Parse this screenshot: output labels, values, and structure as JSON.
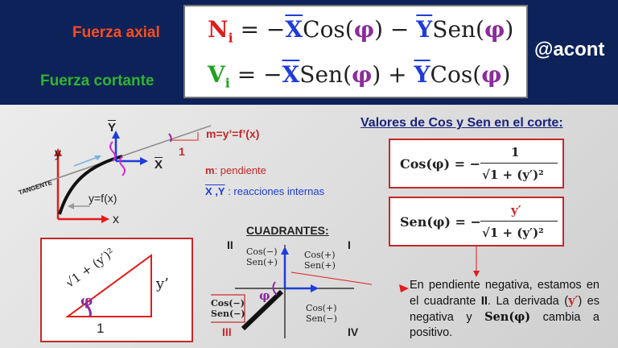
{
  "header": {
    "axial_label": "Fuerza axial",
    "cortante_label": "Fuerza cortante",
    "handle": "@acont",
    "formula_axial": {
      "lhs": "N",
      "sub": "i",
      "eq": " = −",
      "x": "X",
      "cos": "Cos(",
      "phi": "φ",
      "close": ")",
      "minus": " − ",
      "y": "Y",
      "sen": "Sen(",
      "close2": ")"
    },
    "formula_cortante": {
      "lhs": "V",
      "sub": "i",
      "eq": " = −",
      "x": "X",
      "sen": "Sen(",
      "phi": "φ",
      "close": ")",
      "plus": " + ",
      "y": "Y",
      "cos": "Cos(",
      "close2": ")"
    }
  },
  "curve_diagram": {
    "y_axis": "y",
    "x_axis": "x",
    "function": "y=f(x)",
    "tangent": "TANGENTE",
    "slope": "m=y’=f’(x)",
    "one": "1",
    "Ybar": "Y",
    "Xbar": "X",
    "m_desc_key": "m",
    "m_desc": ": pendiente",
    "xy_desc_key": "X ,Y",
    "xy_desc": " : reacciones internas"
  },
  "triangle": {
    "hyp": "√1 + (y′)²",
    "side": "y’",
    "base": "1",
    "angle": "φ"
  },
  "quadrants": {
    "title": "CUADRANTES:",
    "q1": "I",
    "q2": "II",
    "q3": "III",
    "q4": "IV",
    "q1_cos": "Cos(+)",
    "q1_sen": "Sen(+)",
    "q2_cos": "Cos(−)",
    "q2_sen": "Sen(+)",
    "q3_cos": "Cos(−)",
    "q3_sen": "Sen(−)",
    "q4_cos": "Cos(+)",
    "q4_sen": "Sen(−)",
    "phi": "φ"
  },
  "right_panel": {
    "title": "Valores de Cos y Sen en el corte:",
    "cos_lhs": "Cos(φ) = −",
    "cos_num": "1",
    "den": "√1 + (y′)²",
    "sen_lhs": "Sen(φ) = −",
    "sen_num": "y′",
    "note_a": "En pendiente negativa, estamos en el cuadrante ",
    "note_b": "II",
    "note_c": ". La derivada (",
    "note_d": "y′",
    "note_e": ") es negativa y ",
    "note_f": "Sen(φ)",
    "note_g": " cambia a positivo."
  },
  "colors": {
    "navy": "#0d2259",
    "red": "#e21b1b",
    "green": "#1fa11f",
    "blue": "#1f3cd9",
    "purple": "#8b2c9c"
  }
}
